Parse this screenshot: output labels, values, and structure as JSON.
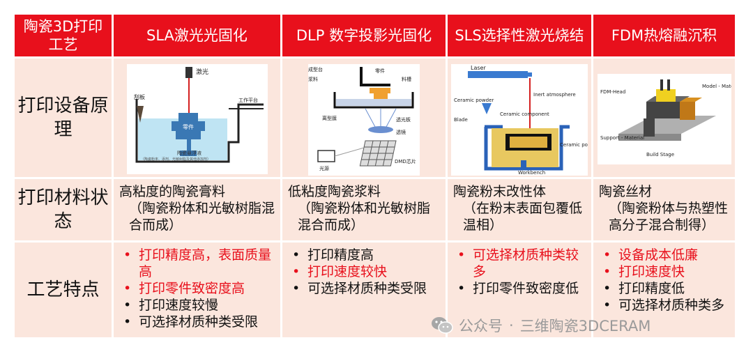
{
  "headers": [
    "陶瓷3D打印工艺",
    "SLA激光光固化",
    "DLP 数字投影光固化",
    "SLS选择性激光烧结",
    "FDM热熔融沉积"
  ],
  "rows": {
    "principle": {
      "label": "打印设备原理"
    },
    "material": {
      "label": "打印材料状态",
      "cells": [
        {
          "main": "高粘度的陶瓷膏料",
          "sub": "（陶瓷粉体和光敏树脂混合而成）"
        },
        {
          "main": "低粘度陶瓷浆料",
          "sub": "（陶瓷粉体和光敏树脂混合而成）"
        },
        {
          "main": "陶瓷粉末改性体",
          "sub": "（在粉末表面包覆低温相）"
        },
        {
          "main": "陶瓷丝材",
          "sub": "（陶瓷粉体与热塑性高分子混合制得）"
        }
      ]
    },
    "features": {
      "label": "工艺特点",
      "cells": [
        [
          {
            "text": "打印精度高，表面质量高",
            "color": "red"
          },
          {
            "text": "打印零件致密度高",
            "color": "red"
          },
          {
            "text": "打印速度较慢",
            "color": "black"
          },
          {
            "text": "可选择材质种类受限",
            "color": "black"
          }
        ],
        [
          {
            "text": "打印精度高",
            "color": "black"
          },
          {
            "text": "打印速度较快",
            "color": "red"
          },
          {
            "text": "可选择材质种类受限",
            "color": "black"
          }
        ],
        [
          {
            "text": "可选择材质种类较多",
            "color": "red"
          },
          {
            "text": "打印零件致密度低",
            "color": "black"
          }
        ],
        [
          {
            "text": "设备成本低廉",
            "color": "red"
          },
          {
            "text": "打印速度快",
            "color": "red"
          },
          {
            "text": "打印精度低",
            "color": "black"
          },
          {
            "text": "可选择材质种类多",
            "color": "black"
          }
        ]
      ]
    }
  },
  "diagrams": {
    "sla": {
      "laser": "激光",
      "scraper": "刮板",
      "platform": "工作平台",
      "part": "零件",
      "suspension": "陶瓷悬浮液",
      "suspension_note": "（陶瓷粉末、添剂、光敏树脂及其他添加剂）"
    },
    "dlp": {
      "platform": "成型台",
      "slurry": "浆料",
      "part": "零件",
      "tank": "料槽",
      "film": "离型膜",
      "glass": "透光板",
      "lens": "透镜",
      "light": "光源",
      "dmd": "DMD芯片"
    },
    "sls": {
      "laser": "Laser",
      "inert": "Inert atmosphere",
      "ceramic_powder": "Ceramic powder",
      "blade": "Blade",
      "component": "Ceramic component",
      "powder_right": "Ceramic powder",
      "workbench": "Workbench"
    },
    "fdm": {
      "head": "FDM-Head",
      "model": "Model - Material",
      "support": "Support - Material",
      "stage": "Build Stage"
    }
  },
  "watermark": {
    "account": "公众号",
    "separator": "·",
    "name": "三维陶瓷3DCERAM"
  },
  "colors": {
    "header_bg": "#e8101c",
    "cell_bg": "#fbe6dd",
    "highlight_text": "#e8101c"
  }
}
